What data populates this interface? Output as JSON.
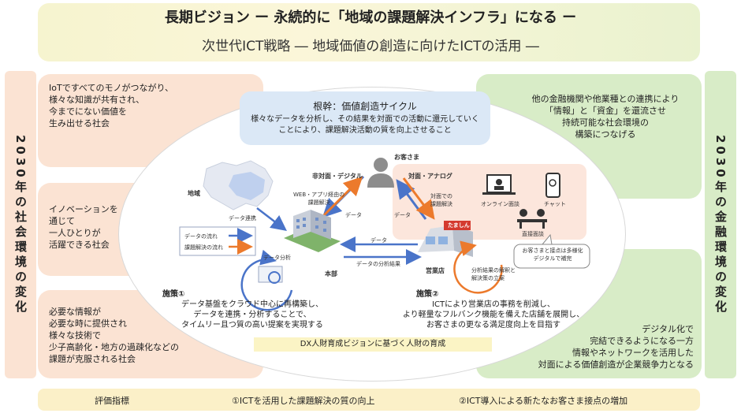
{
  "header": {
    "title": "長期ビジョン ー 永続的に「地域の課題解決インフラ」になる ー",
    "subtitle": "次世代ICT戦略 ― 地域価値の創造に向けたICTの活用 ―"
  },
  "left_side": {
    "vertical_label": "2030年の社会環境の変化",
    "boxes": [
      {
        "text": [
          "IoTですべてのモノがつながり、",
          "様々な知識が共有され、",
          "今までにない価値を",
          "生み出せる社会"
        ]
      },
      {
        "text": [
          "イノベーションを",
          "通じて",
          "一人ひとりが",
          "活躍できる社会"
        ]
      },
      {
        "text": [
          "必要な情報が",
          "必要な時に提供され",
          "様々な技術で",
          "少子高齢化・地方の過疎化などの",
          "課題が克服される社会"
        ]
      }
    ]
  },
  "right_side": {
    "vertical_label": "2030年の金融環境の変化",
    "boxes": [
      {
        "text": [
          "他の金融機関や他業種との連携により",
          "「情報」と「資金」を還流させ",
          "持続可能な社会環境の",
          "構築につなげる"
        ]
      },
      {
        "text": [
          "デジタル化で",
          "完結できるようになる一方",
          "情報やネットワークを活用した",
          "対面による価値創造が企業競争力となる"
        ]
      }
    ]
  },
  "root": {
    "title": "根幹：価値創造サイクル",
    "lines": [
      "様々なデータを分析し、その結果を対面での活動に還元していく",
      "ことにより、課題解決活動の質を向上させること"
    ]
  },
  "diagram": {
    "customer": "お客さま",
    "nonface_digital": "非対面・デジタル",
    "face_analog": "対面・アナログ",
    "region": "地域",
    "web_app": [
      "WEB・アプリ経由の",
      "課題解決"
    ],
    "data": "データ",
    "data_link": "データ連携",
    "face_solution": [
      "対面での",
      "課題解決"
    ],
    "online_meeting": "オンライン面談",
    "chat": "チャット",
    "direct_meeting": "直接面談",
    "bubble": [
      "お客さまと接点は多様化",
      "デジタルで補完"
    ],
    "legend_data_flow": "データの流れ",
    "legend_solution_flow": "課題解決の流れ",
    "data_analysis": "データ分析",
    "hq": "本部",
    "branch": "営業店",
    "shop_sign": "たましん",
    "data_analysis_result": "データの分析結果",
    "analysis_interpret": [
      "分析結果の解釈と",
      "解決策の立案"
    ]
  },
  "policies": [
    {
      "label": "施策①",
      "lines": [
        "データ基盤をクラウド中心に再構築し、",
        "データを連携・分析することで、",
        "タイムリー且つ質の高い提案を実現する"
      ]
    },
    {
      "label": "施策②",
      "lines": [
        "ICTにより営業店の事務を削減し、",
        "より軽量なフルバンク機能を備えた店舗を展開し、",
        "お客さまの更なる満足度向上を目指す"
      ]
    }
  ],
  "dx_bar": "DX人財育成ビジョンに基づく人財の育成",
  "footer": {
    "label": "評価指標",
    "item1": "①ICTを活用した課題解決の質の向上",
    "item2": "②ICT導入による新たなお客さま接点の増加"
  },
  "colors": {
    "blue_arrow": "#4a74c9",
    "orange_arrow": "#ec7a2c",
    "pink_bg": "#fbe3d3",
    "green_bg": "#d8ecc7"
  }
}
